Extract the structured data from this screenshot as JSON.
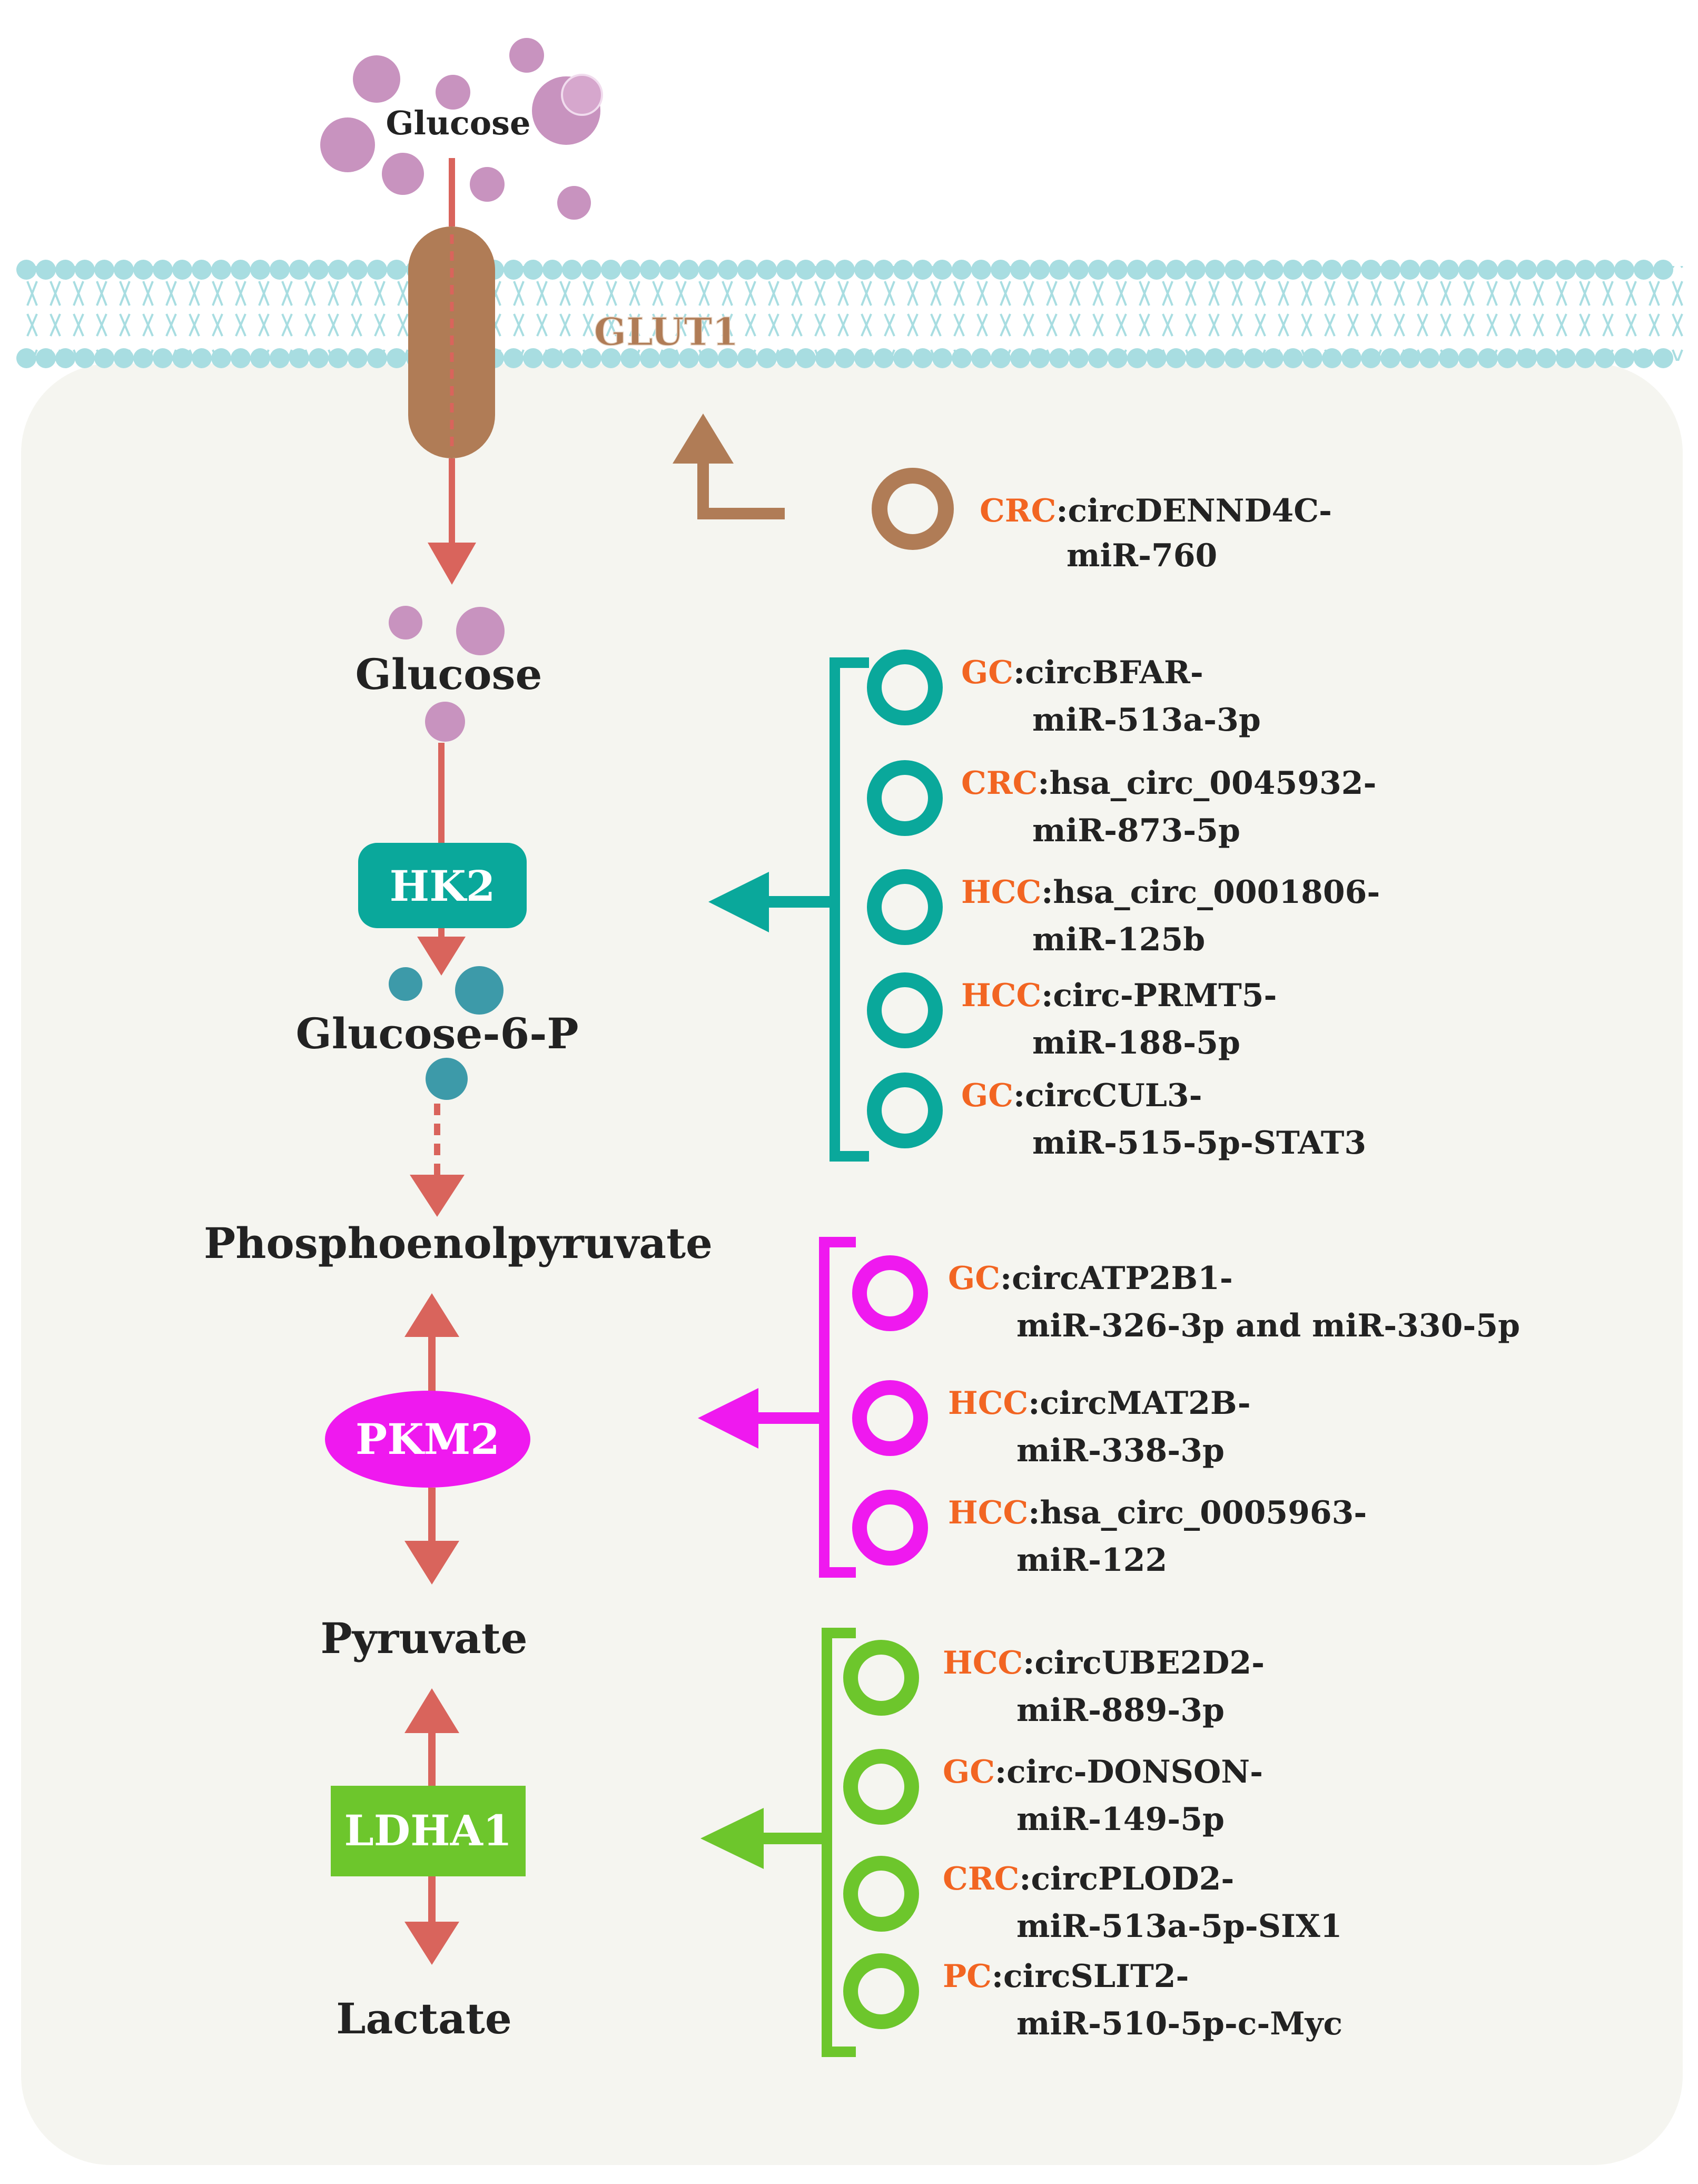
{
  "colors": {
    "cell_fill": "#f5f5f0",
    "membrane": "#a8dde1",
    "glucose_dot": "#c893bf",
    "g6p_dot": "#3d9aa9",
    "arrow": "#d9645c",
    "glut1": "#b07c56",
    "hk2": "#0aa89b",
    "pkm2": "#ef19ef",
    "ldha1": "#6dc62c",
    "cancer_label": "#f26522",
    "text": "#222222"
  },
  "metabolites": {
    "glucose_outside": "Glucose",
    "glucose": "Glucose",
    "glucose_6_p": "Glucose-6-P",
    "pep": "Phosphoenolpyruvate",
    "pyruvate": "Pyruvate",
    "lactate": "Lactate"
  },
  "enzymes": {
    "glut1": "GLUT1",
    "hk2": "HK2",
    "pkm2": "PKM2",
    "ldha1": "LDHA1"
  },
  "regulators": {
    "glut1": [
      {
        "cancer": "CRC",
        "line1": ":circDENND4C-",
        "line2": "miR-760"
      }
    ],
    "hk2": [
      {
        "cancer": "GC",
        "line1": ":circBFAR-",
        "line2": "miR-513a-3p"
      },
      {
        "cancer": "CRC",
        "line1": ":hsa_circ_0045932-",
        "line2": "miR-873-5p"
      },
      {
        "cancer": "HCC",
        "line1": ":hsa_circ_0001806-",
        "line2": "miR-125b"
      },
      {
        "cancer": "HCC",
        "line1": ":circ-PRMT5-",
        "line2": "miR-188-5p"
      },
      {
        "cancer": "GC",
        "line1": ":circCUL3-",
        "line2": "miR-515-5p-STAT3"
      }
    ],
    "pkm2": [
      {
        "cancer": "GC",
        "line1": ":circATP2B1-",
        "line2": "miR-326-3p and miR-330-5p"
      },
      {
        "cancer": "HCC",
        "line1": ":circMAT2B-",
        "line2": "miR-338-3p"
      },
      {
        "cancer": "HCC",
        "line1": ":hsa_circ_0005963-",
        "line2": "miR-122"
      }
    ],
    "ldha1": [
      {
        "cancer": "HCC",
        "line1": ":circUBE2D2-",
        "line2": "miR-889-3p"
      },
      {
        "cancer": "GC",
        "line1": ":circ-DONSON-",
        "line2": "miR-149-5p"
      },
      {
        "cancer": "CRC",
        "line1": ":circPLOD2-",
        "line2": "miR-513a-5p-SIX1"
      },
      {
        "cancer": "PC",
        "line1": ":circSLIT2-",
        "line2": "miR-510-5p-c-Myc"
      }
    ]
  }
}
